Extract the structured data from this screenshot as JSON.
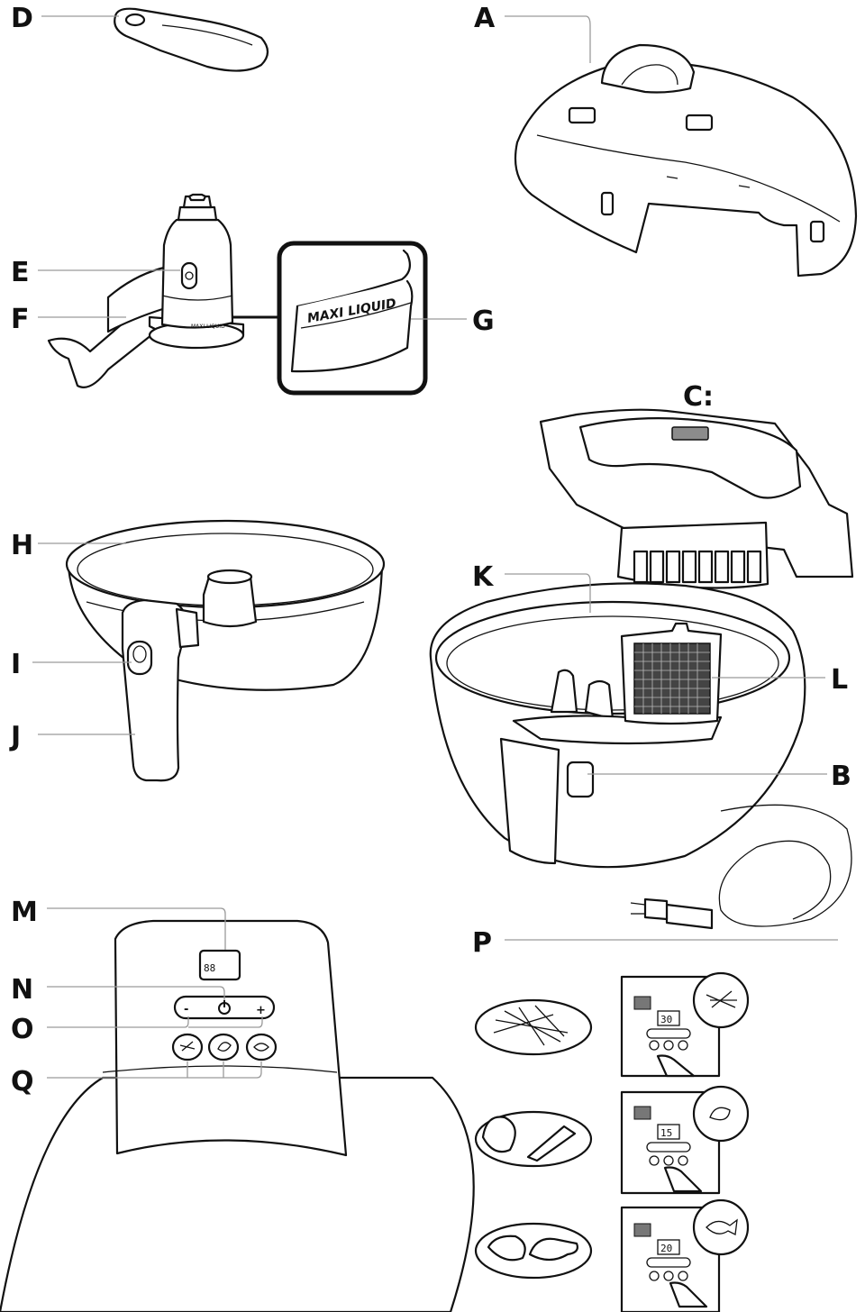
{
  "labels": {
    "A": "A",
    "B": "B",
    "C": "C:",
    "D": "D",
    "E": "E",
    "F": "F",
    "G": "G",
    "H": "H",
    "I": "I",
    "J": "J",
    "K": "K",
    "L": "L",
    "M": "M",
    "N": "N",
    "O": "O",
    "P": "P",
    "Q": "Q"
  },
  "maxi_liquid_text": "MAXI LIQUID",
  "control_panel": {
    "display": "88",
    "minus": "-",
    "plus": "+"
  },
  "presets": [
    {
      "display": "30",
      "icon": "fries-icon",
      "food": "fries"
    },
    {
      "display": "15",
      "icon": "vegetable-icon",
      "food": "vegetables"
    },
    {
      "display": "20",
      "icon": "fish-icon",
      "food": "meat-fish"
    }
  ],
  "colors": {
    "line": "#111111",
    "leader": "#9a9a9a",
    "fill": "#ffffff",
    "shade": "#d9d9d9"
  }
}
